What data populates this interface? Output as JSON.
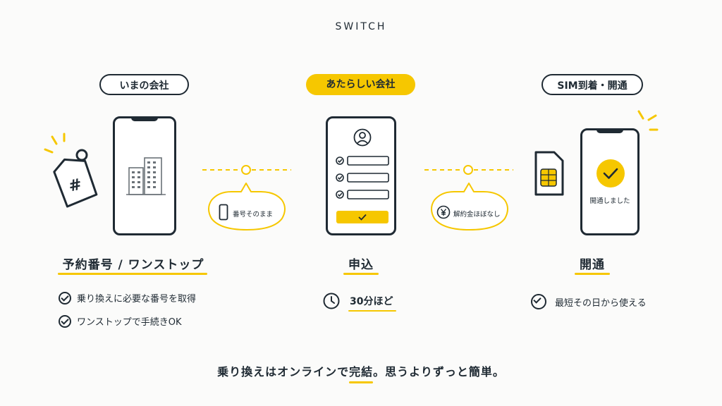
{
  "header": {
    "title": "SWITCH"
  },
  "steps": [
    {
      "pill": "いまの会社",
      "heading": "予約番号 / ワンストップ",
      "bullets": [
        "乗り換えに必要な番号を取得",
        "ワンストップで手続きOK"
      ]
    },
    {
      "pill": "あたらしい会社",
      "heading": "申込",
      "time": "30分ほど"
    },
    {
      "pill": "SIM到着・開通",
      "heading": "開通",
      "bullets": [
        "最短その日から使える"
      ],
      "phone_text": "開通しました"
    }
  ],
  "connectors": [
    {
      "bubble": "番号そのまま"
    },
    {
      "bubble": "解約金ほぼなし"
    }
  ],
  "footer": {
    "before": "乗り換えはオンラインで",
    "highlight": "完結",
    "after": "。思うよりずっと簡単。"
  },
  "colors": {
    "accent": "#f6c700",
    "ink": "#1f2a33"
  }
}
